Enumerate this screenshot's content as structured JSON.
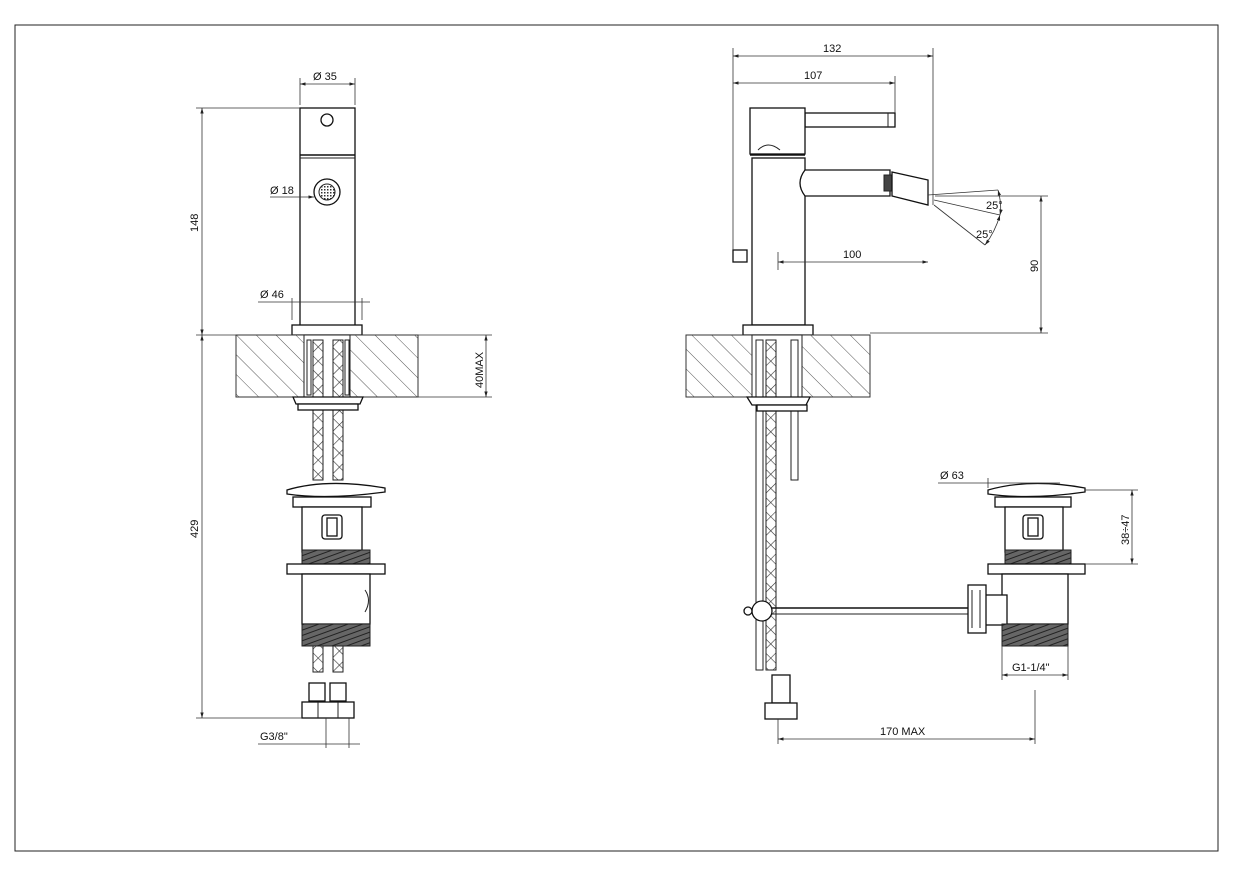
{
  "dimensions": {
    "diam_35": "Ø 35",
    "diam_18": "Ø 18",
    "diam_46": "Ø 46",
    "height_148": "148",
    "height_429": "429",
    "max_40": "40MAX",
    "g38": "G3/8\"",
    "width_132": "132",
    "width_107": "107",
    "reach_100": "100",
    "height_90": "90",
    "angle_top": "25°",
    "angle_bottom": "25°",
    "diam_63": "Ø 63",
    "range_38_47": "38÷47",
    "g114": "G1-1/4\"",
    "max_170": "170 MAX"
  }
}
